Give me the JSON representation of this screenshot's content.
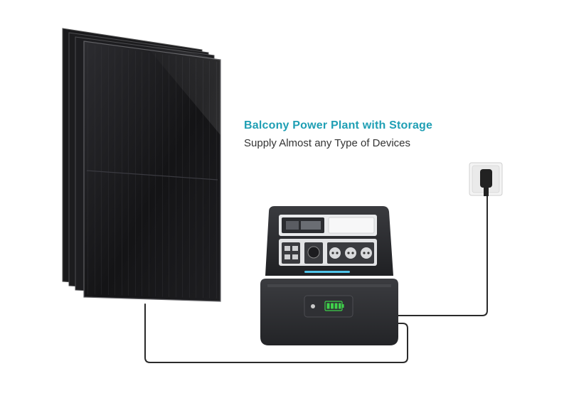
{
  "headline": "Balcony Power Plant with Storage",
  "subline": "Supply Almost any Type of Devices",
  "colors": {
    "headline": "#1f9fb4",
    "subline": "#333333",
    "panel": "#1b1b1d",
    "station_body": "#2a2b2e",
    "battery_indicator": "#3fd24a",
    "light_strip": "#4fc3e8",
    "cable": "#222222"
  },
  "icons": [
    "solar-panel",
    "power-station",
    "wall-socket",
    "battery-level-indicator",
    "power-cable"
  ]
}
